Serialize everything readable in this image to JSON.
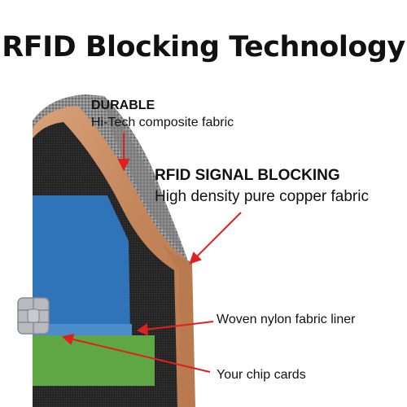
{
  "title": "RFID Blocking Technology",
  "layers": {
    "durable": {
      "heading": "DURABLE",
      "description": "Hi-Tech composite fabric",
      "color": "#8a8a8a"
    },
    "signal_blocking": {
      "heading": "RFID SIGNAL BLOCKING",
      "description": "High density pure copper fabric",
      "color": "#c98a5a"
    },
    "liner": {
      "description": "Woven nylon fabric liner",
      "color": "#1e1e1e"
    },
    "cards": {
      "description": "Your chip cards",
      "color": "#2f73b8"
    }
  },
  "colors": {
    "arrow": "#e02020",
    "card_green": "#5fa745",
    "chip": "#b9b9c0"
  }
}
